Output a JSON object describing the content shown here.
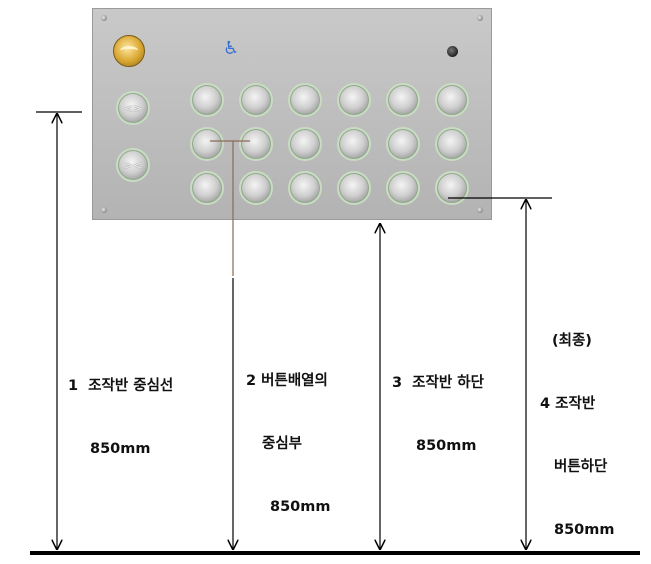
{
  "panel": {
    "call_icon": "bell-icon",
    "access_icon": "wheelchair-icon",
    "indicator_icon": "led-indicator-icon",
    "side_buttons": [
      "open-door",
      "close-door"
    ],
    "button_grid": {
      "rows": 3,
      "cols": 6
    }
  },
  "labels": {
    "l1_line1": "1  조작반 중심선",
    "l1_line2": "850mm",
    "l2_line1": "2 버튼배열의",
    "l2_line2": "중심부",
    "l2_line3": "850mm",
    "l3_line1": "3  조작반 하단",
    "l3_line2": "850mm",
    "l4_line1": "(최종)",
    "l4_line2": "4 조작반",
    "l4_line3": "버튼하단",
    "l4_line4": "850mm"
  },
  "colors": {
    "panel": "#bdbdbd",
    "button_ring": "#c8dcc2",
    "line": "#000000",
    "leader_line": "#8b6a55",
    "accessibility": "#3a6fd0"
  }
}
